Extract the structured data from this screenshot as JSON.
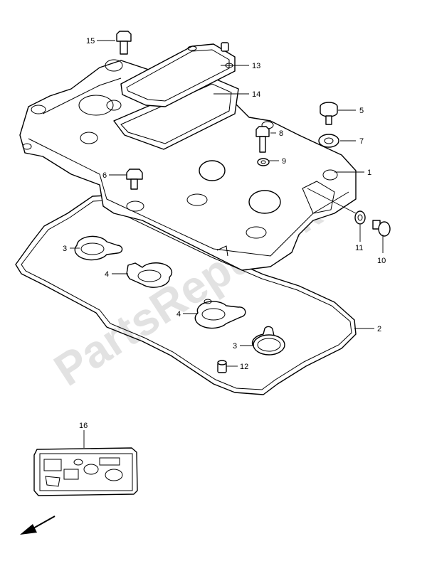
{
  "watermark": "PartsRepublik",
  "callouts": [
    {
      "id": "c1",
      "text": "1"
    },
    {
      "id": "c2",
      "text": "2"
    },
    {
      "id": "c3a",
      "text": "3"
    },
    {
      "id": "c3b",
      "text": "3"
    },
    {
      "id": "c4a",
      "text": "4"
    },
    {
      "id": "c4b",
      "text": "4"
    },
    {
      "id": "c5",
      "text": "5"
    },
    {
      "id": "c6",
      "text": "6"
    },
    {
      "id": "c7",
      "text": "7"
    },
    {
      "id": "c8",
      "text": "8"
    },
    {
      "id": "c9",
      "text": "9"
    },
    {
      "id": "c10",
      "text": "10"
    },
    {
      "id": "c11",
      "text": "11"
    },
    {
      "id": "c12",
      "text": "12"
    },
    {
      "id": "c13",
      "text": "13"
    },
    {
      "id": "c14",
      "text": "14"
    },
    {
      "id": "c15",
      "text": "15"
    },
    {
      "id": "c16",
      "text": "16"
    }
  ],
  "icons": {
    "direction": "front-direction-arrow-icon"
  }
}
